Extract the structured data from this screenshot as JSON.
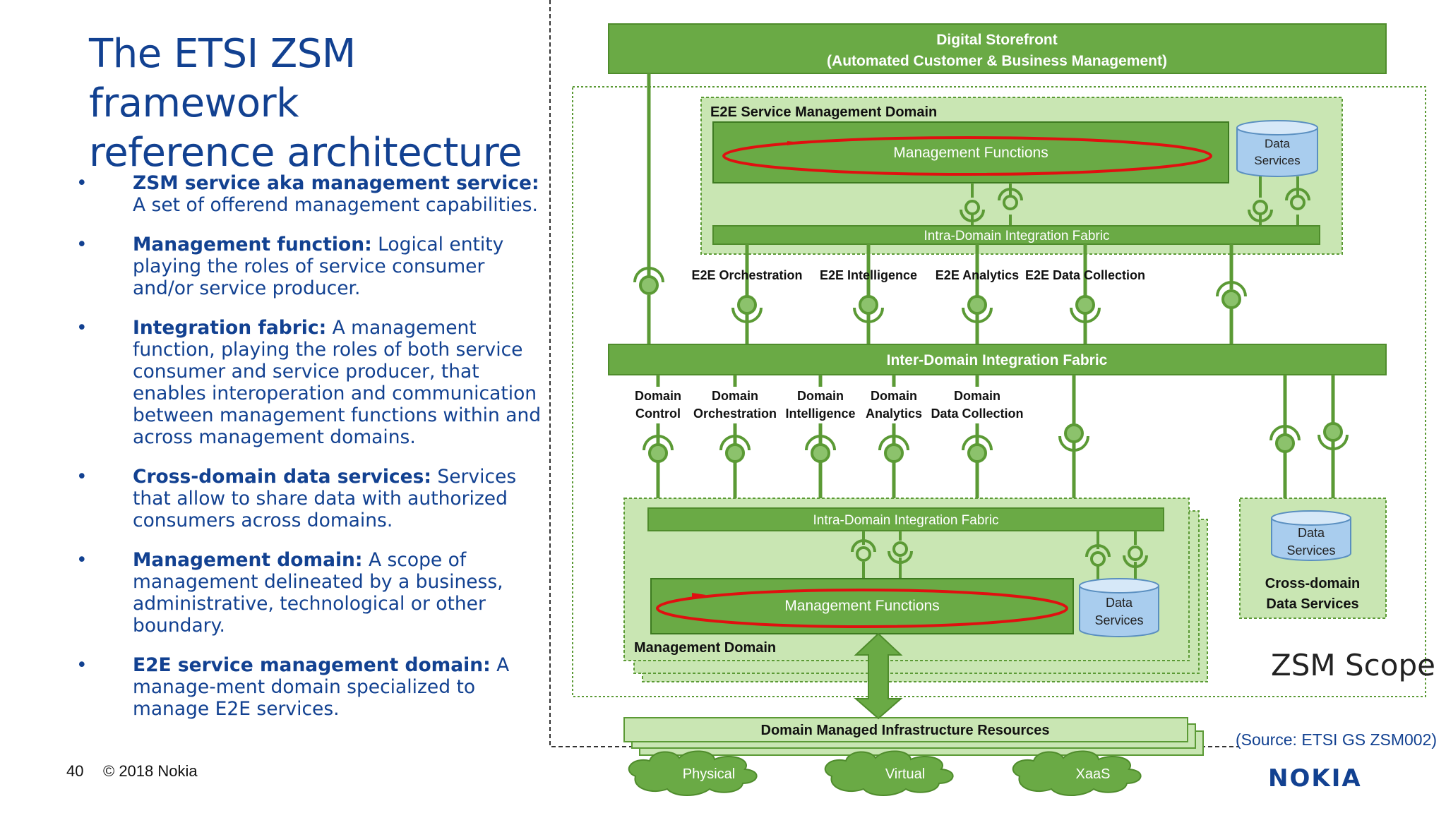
{
  "slide": {
    "title_line1": "The ETSI ZSM framework",
    "title_line2": "reference architecture",
    "page_number": "40",
    "copyright": "© 2018 Nokia",
    "logo": "NOKIA",
    "source": "(Source: ETSI GS ZSM002)"
  },
  "bullets": [
    {
      "term": "ZSM service aka management service:",
      "text": " A set of offerend management capabilities."
    },
    {
      "term": "Management function:",
      "text": " Logical entity playing the roles of service consumer and/or service producer."
    },
    {
      "term": "Integration fabric:",
      "text": " A management function, playing the roles of both service consumer and service producer, that enables interoperation and communication between management functions within and across management domains."
    },
    {
      "term": "Cross-domain data services:",
      "text": " Services that allow to share data with authorized consumers across domains."
    },
    {
      "term": "Management domain:",
      "text": " A scope of management delineated by a business, administrative, technological or other boundary."
    },
    {
      "term": "E2E service management domain:",
      "text": " A manage-ment domain specialized to manage E2E services."
    }
  ],
  "diagram": {
    "storefront_line1": "Digital Storefront",
    "storefront_line2": "(Automated Customer & Business Management)",
    "e2e_domain": "E2E Service Management Domain",
    "mgmt_functions": "Management Functions",
    "data_services_line1": "Data",
    "data_services_line2": "Services",
    "intra_fabric": "Intra-Domain Integration Fabric",
    "inter_fabric": "Inter-Domain Integration Fabric",
    "e2e_services": [
      "E2E Orchestration",
      "E2E Intelligence",
      "E2E Analytics",
      "E2E Data Collection"
    ],
    "domain_services": [
      [
        "Domain",
        "Control"
      ],
      [
        "Domain",
        "Orchestration"
      ],
      [
        "Domain",
        "Intelligence"
      ],
      [
        "Domain",
        "Analytics"
      ],
      [
        "Domain",
        "Data Collection"
      ]
    ],
    "mgmt_domain": "Management Domain",
    "cross_domain_line1": "Cross-domain",
    "cross_domain_line2": "Data Services",
    "zsm_scope": "ZSM Scope",
    "infra": "Domain Managed Infrastructure Resources",
    "clouds": [
      "Physical",
      "Virtual",
      "XaaS"
    ]
  },
  "colors": {
    "nokia_blue": "#124191",
    "green_dark": "#5b9a35",
    "green_light": "#c9e6b3",
    "red": "#e01010",
    "data_blue": "#a9cdee"
  }
}
